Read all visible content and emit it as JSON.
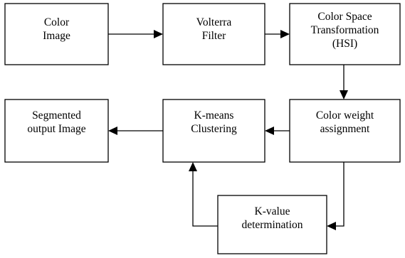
{
  "nodes": {
    "color_image": {
      "lines": [
        "Color",
        "Image"
      ]
    },
    "volterra_filter": {
      "lines": [
        "Volterra",
        "Filter"
      ]
    },
    "color_space": {
      "lines": [
        "Color Space",
        "Transformation",
        "(HSI)"
      ]
    },
    "color_weight": {
      "lines": [
        "Color weight",
        "assignment"
      ]
    },
    "kmeans": {
      "lines": [
        "K-means",
        "Clustering"
      ]
    },
    "segmented": {
      "lines": [
        "Segmented",
        "output Image"
      ]
    },
    "kvalue": {
      "lines": [
        "K-value",
        "determination"
      ]
    }
  },
  "edges": [
    {
      "from": "color_image",
      "to": "volterra_filter"
    },
    {
      "from": "volterra_filter",
      "to": "color_space"
    },
    {
      "from": "color_space",
      "to": "color_weight"
    },
    {
      "from": "color_weight",
      "to": "kmeans"
    },
    {
      "from": "kmeans",
      "to": "segmented"
    },
    {
      "from": "color_weight",
      "to": "kvalue"
    },
    {
      "from": "kvalue",
      "to": "kmeans"
    }
  ]
}
